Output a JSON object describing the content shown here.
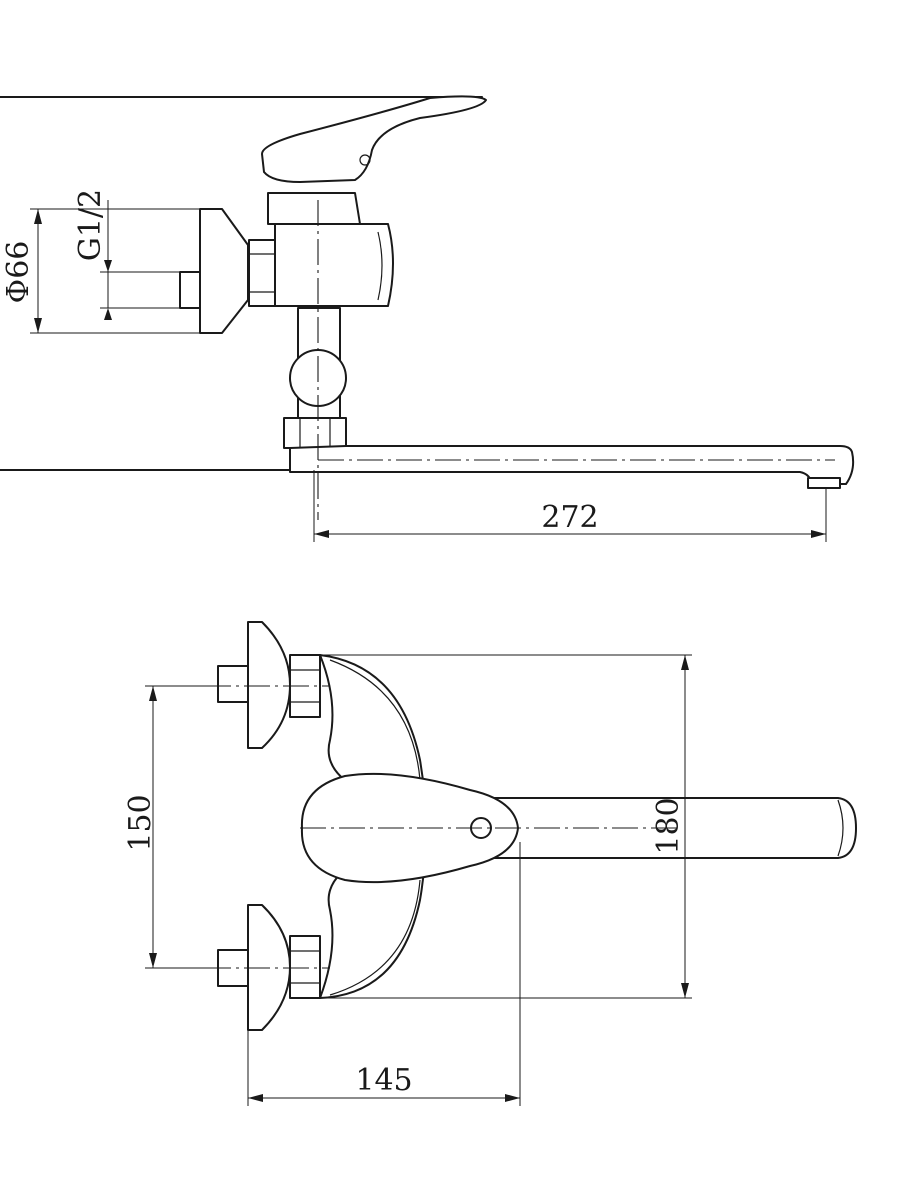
{
  "dimensions": {
    "diameter_66": "Φ66",
    "thread": "G1/2",
    "spout_length": "272",
    "inlet_spacing": "150",
    "body_width": "180",
    "projection": "145"
  },
  "colors": {
    "line": "#1a1a1a",
    "background": "#ffffff"
  }
}
